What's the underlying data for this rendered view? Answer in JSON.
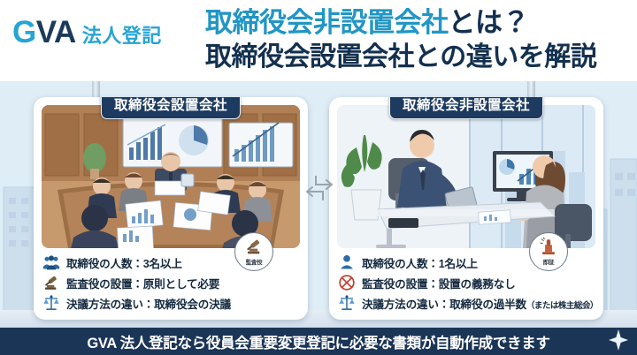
{
  "header": {
    "logo": {
      "g": "G",
      "v": "VA",
      "jp": "法人登記"
    },
    "title_line1_cyan": "取締役会非設置会社",
    "title_line1_navy": "とは？",
    "title_line2": "取締役会設置会社との違いを解説"
  },
  "panels": [
    {
      "badge": "取締役会設置会社",
      "illustration": "boardroom-meeting-many-directors",
      "stamp": {
        "label": "監査役",
        "icon": "gavel-icon"
      },
      "bullets": [
        {
          "icon": "group-people-icon",
          "text": "取締役の人数：3名以上"
        },
        {
          "icon": "gavel-icon",
          "text": "監査役の設置：原則として必要"
        },
        {
          "icon": "scales-icon",
          "text": "決議方法の違い：取締役会の決議"
        }
      ]
    },
    {
      "badge": "取締役会非設置会社",
      "illustration": "two-person-office-desk",
      "stamp": {
        "label": "即証",
        "icon": "stamp-icon"
      },
      "bullets": [
        {
          "icon": "single-person-icon",
          "text": "取締役の人数：1名以上"
        },
        {
          "icon": "prohibition-icon",
          "text": "監査役の設置：設置の義務なし"
        },
        {
          "icon": "scales-icon",
          "text": "決議方法の違い：取締役の過半数",
          "note": "（または株主総会）"
        }
      ]
    }
  ],
  "center_arrow": "compare-swap-arrows-icon",
  "footer": {
    "text": "GVA 法人登記なら役員会重要変更登記に必要な書類が自動作成できます",
    "sparkle": "sparkle-icon"
  },
  "colors": {
    "cyan": "#2196c4",
    "navy": "#13304f",
    "badge_navy": "#1d3a60",
    "footer_navy": "#1b3557",
    "icon_blue": "#2e6da4",
    "prohibition_red": "#c0392b"
  }
}
